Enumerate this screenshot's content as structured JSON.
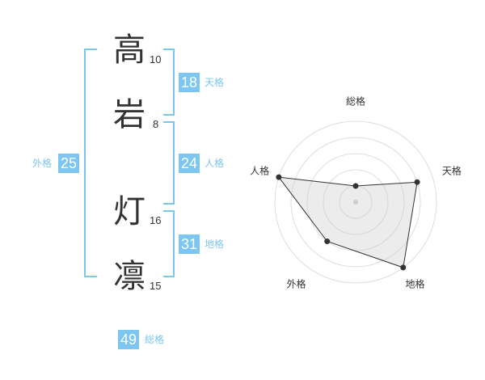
{
  "name": {
    "characters": [
      {
        "char": "高",
        "strokes": "10"
      },
      {
        "char": "岩",
        "strokes": "8"
      },
      {
        "char": "灯",
        "strokes": "16"
      },
      {
        "char": "凛",
        "strokes": "15"
      }
    ]
  },
  "fortunes": {
    "tenkaku": {
      "value": "18",
      "label": "天格"
    },
    "jinkaku": {
      "value": "24",
      "label": "人格"
    },
    "chikaku": {
      "value": "31",
      "label": "地格"
    },
    "gaikaku": {
      "value": "25",
      "label": "外格"
    },
    "soukaku": {
      "value": "49",
      "label": "総格"
    }
  },
  "colors": {
    "accent": "#7cc6f0",
    "text": "#333333",
    "grid": "#dddddd"
  },
  "chart_data": {
    "type": "radar",
    "axes": [
      "総格",
      "天格",
      "地格",
      "外格",
      "人格"
    ],
    "values": [
      1,
      4,
      5,
      3,
      5
    ],
    "rmax": 5,
    "rings": 5
  }
}
